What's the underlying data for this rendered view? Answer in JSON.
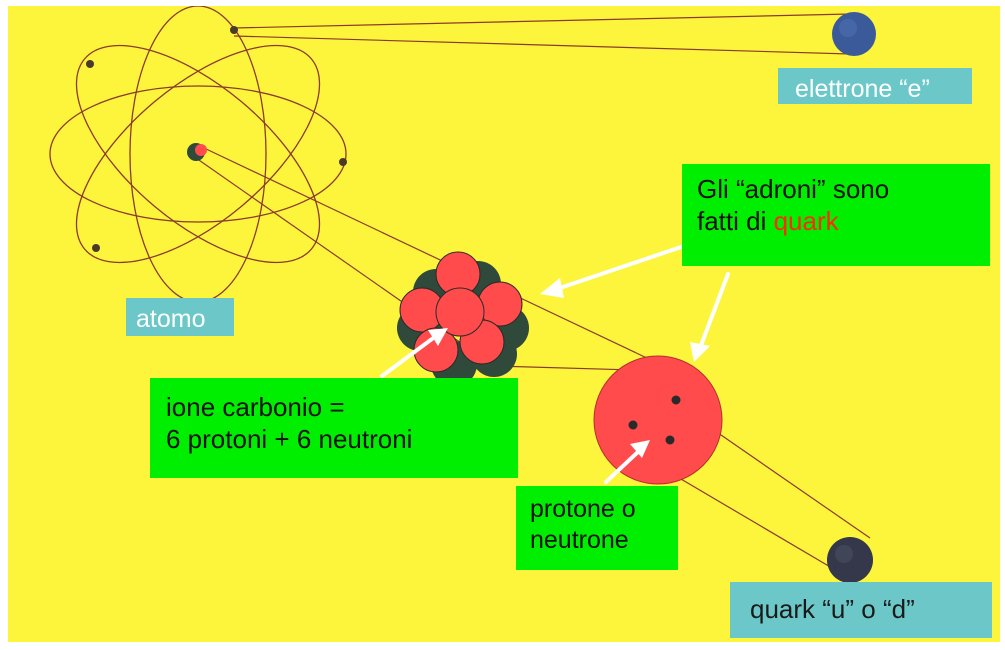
{
  "labels": {
    "electron": "elettrone “e”",
    "atom": "atomo",
    "hadrons_line1": "Gli “adroni” sono",
    "hadrons_line2_prefix": "fatti di ",
    "hadrons_line2_accent": "quark",
    "carbon_line1": "ione carbonio =",
    "carbon_line2": "6 protoni + 6 neutroni",
    "proton_line1": "protone o",
    "proton_line2": "neutrone",
    "quark": "quark  “u” o “d”"
  },
  "colors": {
    "background": "#fdf53b",
    "callout_green": "#00ee00",
    "label_cyan": "#6cc8c8",
    "proton_red": "#ff4b4b",
    "neutron_dark": "#2f4a3a",
    "electron_blue": "#3b5a9a",
    "orbit_line": "#8b3a2a",
    "accent_red": "#ff2a00"
  },
  "icons": {
    "atom": "atom-icon",
    "nucleus": "carbon-nucleus-icon",
    "nucleon": "nucleon-icon",
    "electron": "electron-icon",
    "quark": "quark-icon"
  }
}
